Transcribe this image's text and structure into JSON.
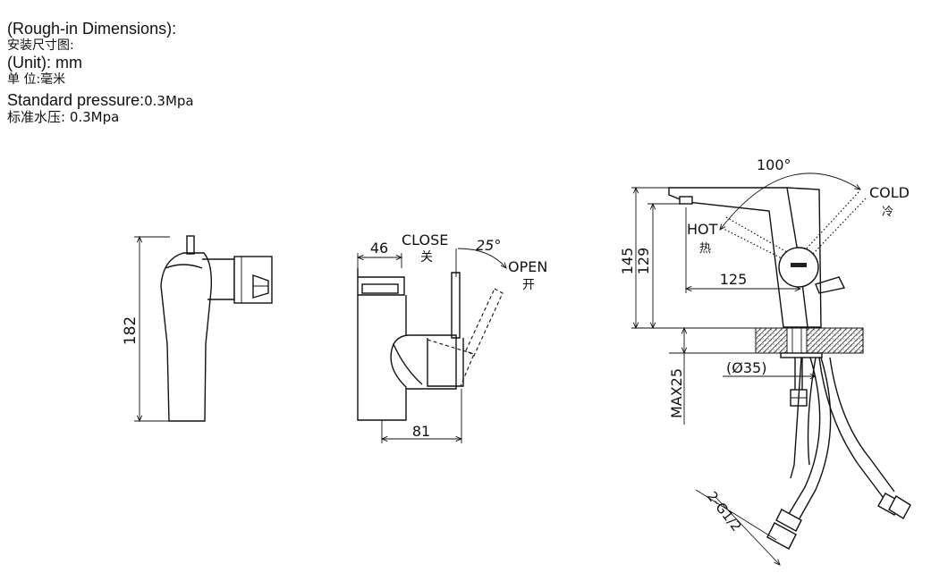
{
  "header": {
    "title_en": "(Rough-in Dimensions):",
    "title_zh": "安装尺寸图:",
    "unit_en": "(Unit): mm",
    "unit_zh": "单 位:毫米",
    "pressure_en_label": "Standard pressure:",
    "pressure_en_value": "0.3Mpa",
    "pressure_zh": "标准水压: 0.3Mpa"
  },
  "front_view": {
    "height": "182"
  },
  "side_view": {
    "width_top": "46",
    "width_bottom": "81",
    "close_en": "CLOSE",
    "close_zh": "关",
    "angle": "25°",
    "open_en": "OPEN",
    "open_zh": "开"
  },
  "profile_view": {
    "angle": "100°",
    "cold_en": "COLD",
    "cold_zh": "冷",
    "hot_en": "HOT",
    "hot_zh": "热",
    "height_total": "145",
    "height_spout": "129",
    "reach": "125",
    "hole_diameter": "(Ø35)",
    "max_thickness": "MAX25",
    "thread": "2-G1/2"
  }
}
